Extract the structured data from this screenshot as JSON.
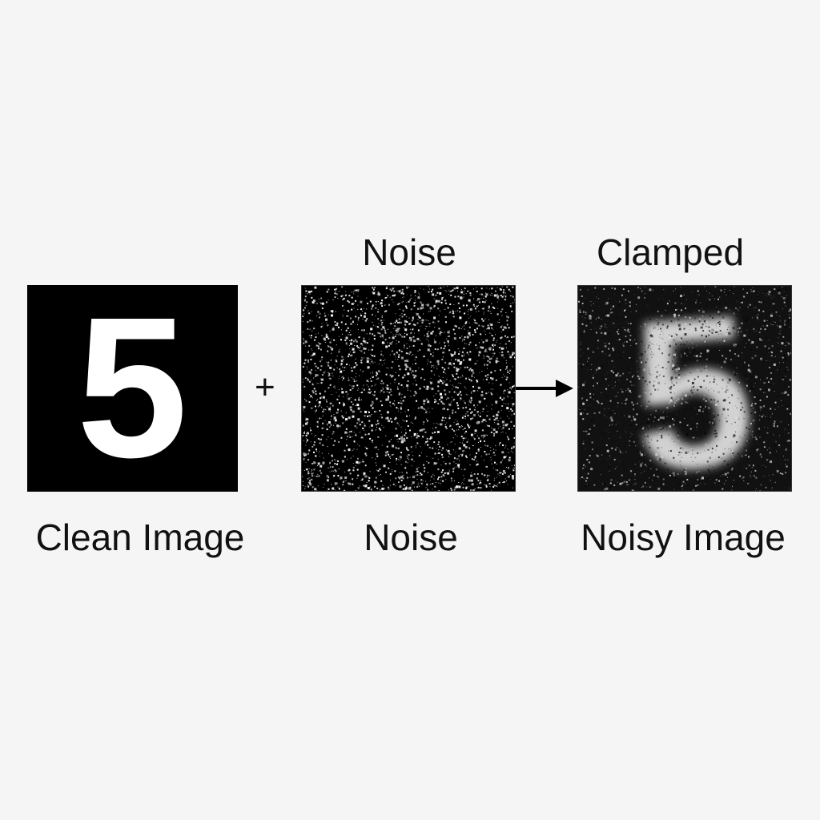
{
  "panels": {
    "clean": {
      "digit": "5",
      "caption": "Clean Image"
    },
    "noise": {
      "top_label": "Noise",
      "caption": "Noise"
    },
    "noisy": {
      "top_label": "Clamped",
      "digit": "5",
      "caption": "Noisy Image"
    }
  },
  "operators": {
    "plus": "+"
  },
  "colors": {
    "background": "#f5f5f5",
    "panel": "#000000",
    "foreground": "#ffffff",
    "text": "#111111"
  }
}
